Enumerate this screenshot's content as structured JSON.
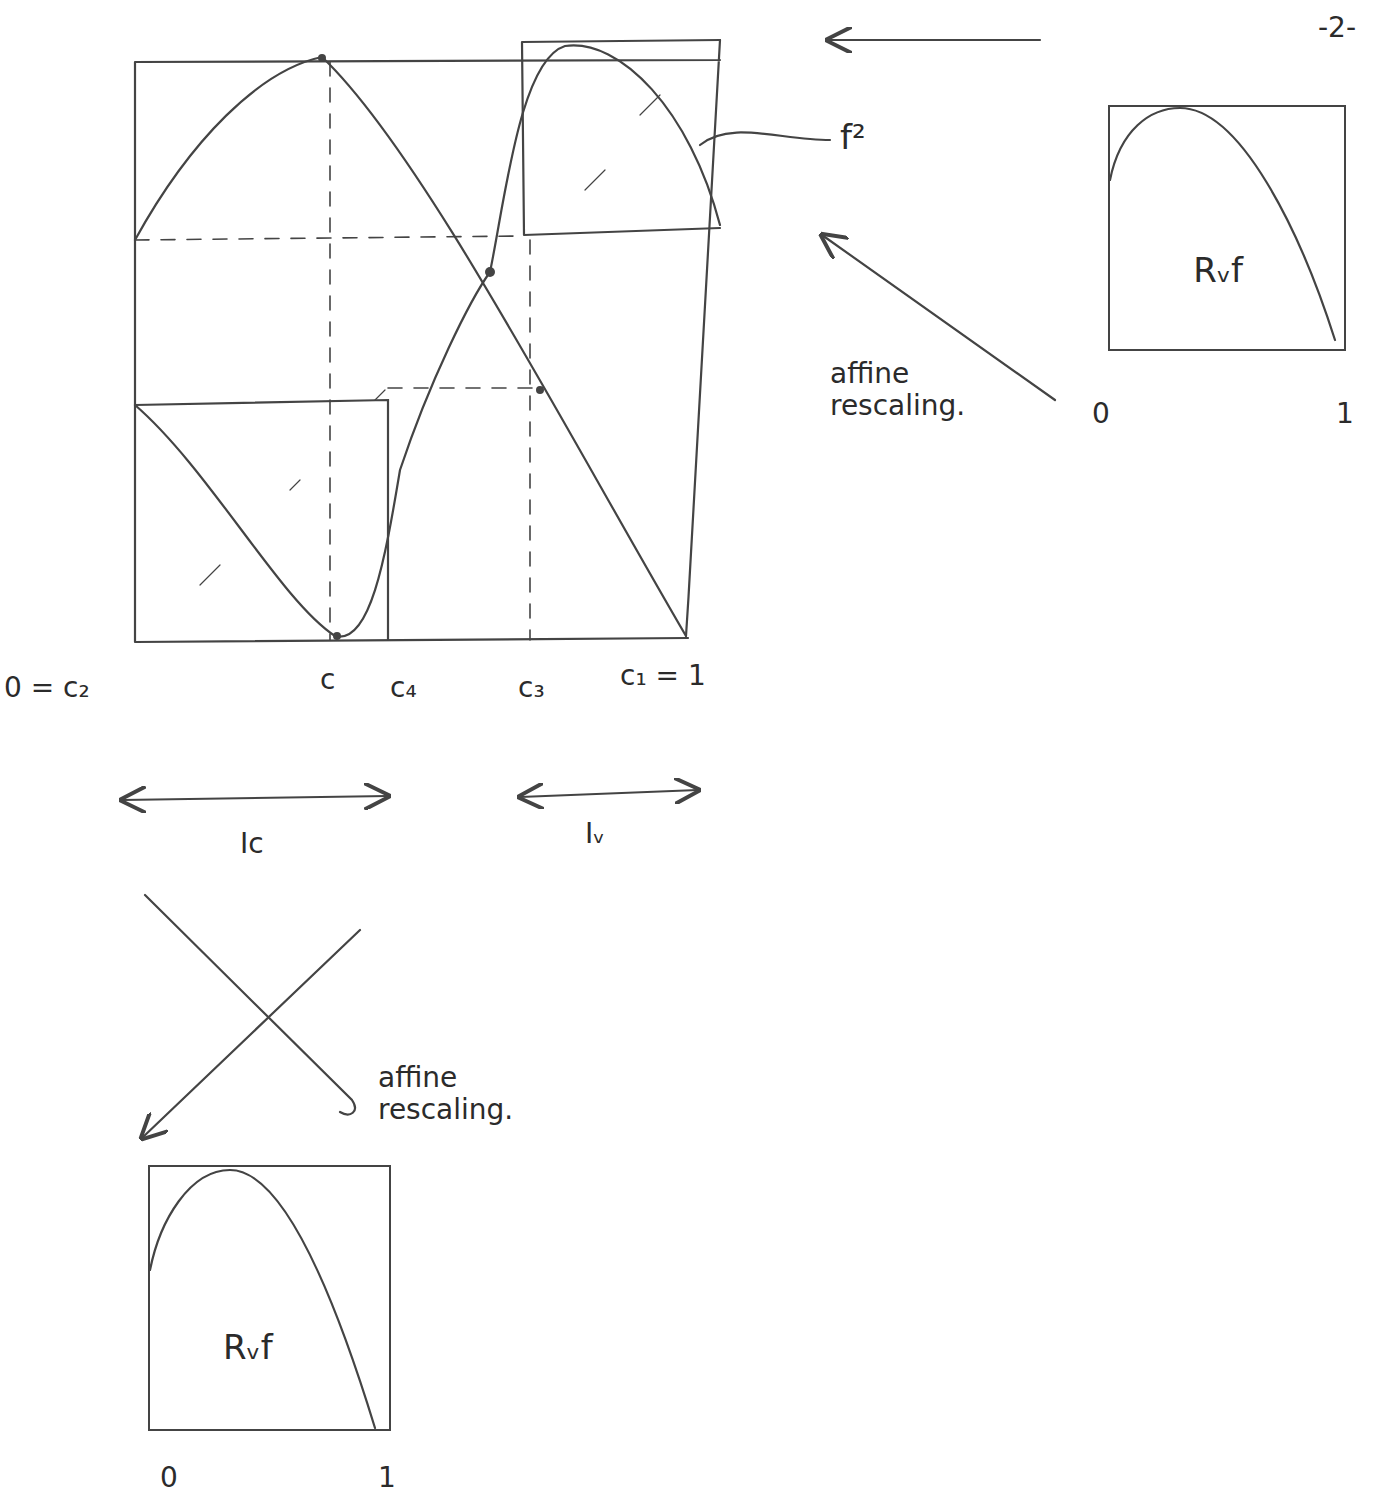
{
  "diagram": {
    "nodes": [
      {
        "text": [
          "Rᵥf"
        ]
      },
      {
        "text": [
          "Rᵥf"
        ]
      }
    ],
    "labels": [
      "-2-",
      "f²",
      "affine rescaling.",
      "0",
      "1",
      "0 = c₂",
      "c",
      "c₄",
      "c₃",
      "c₁ = 1",
      "Ic",
      "Iᵥ",
      "affine rescaling.",
      "0",
      "1"
    ]
  }
}
